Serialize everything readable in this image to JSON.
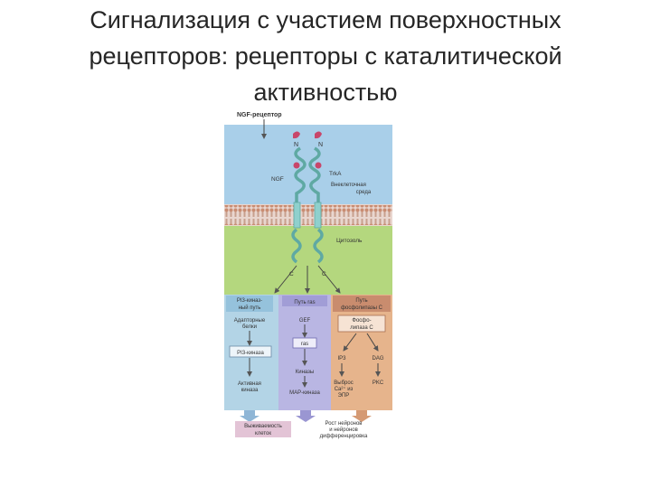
{
  "title": {
    "line1": "Сигнализация с участием поверхностных",
    "line2": "рецепторов: рецепторы с каталитической",
    "line3": "активностью"
  },
  "diagram": {
    "top_label": "NGF-рецептор",
    "n_left": "N",
    "n_right": "N",
    "ngf": "NGF",
    "trka": "TrkA",
    "extracellular_1": "Внеклеточная",
    "extracellular_2": "среда",
    "cytosol": "Цитозоль",
    "c_left": "C",
    "c_right": "C",
    "pathways": {
      "pi3_header_1": "PI3-киназ-",
      "pi3_header_2": "ный путь",
      "ras_header": "Путь ras",
      "plc_header_1": "Путь",
      "plc_header_2": "фосфолипазы С",
      "adaptor_1": "Адапторные",
      "adaptor_2": "белки",
      "pi3_kinase": "PI3-киназа",
      "active_1": "Активная",
      "active_2": "киназа",
      "gef": "GEF",
      "ras": "ras",
      "kinases": "Киназы",
      "map": "MAP-киназа",
      "plc_box_1": "Фосфо-",
      "plc_box_2": "липаза С",
      "ip3": "IP3",
      "dag": "DAG",
      "release_1": "Выброс",
      "release_2": "Ca²⁺ из",
      "release_3": "ЭПР",
      "pkc": "PKC"
    },
    "out_survival_1": "Выживаемость",
    "out_survival_2": "клеток",
    "out_growth_1": "Рост нейронов",
    "out_growth_2": "и нейронов",
    "out_growth_3": "дифференцировка"
  },
  "colors": {
    "extracellular": "#a9cfe9",
    "cytosol": "#b4d77e",
    "pi3_column": "#b3d4e6",
    "ras_column": "#b9b6e3",
    "plc_column": "#e6b48c",
    "receptor": "#8fd0cd",
    "ligand": "#c8466a"
  }
}
